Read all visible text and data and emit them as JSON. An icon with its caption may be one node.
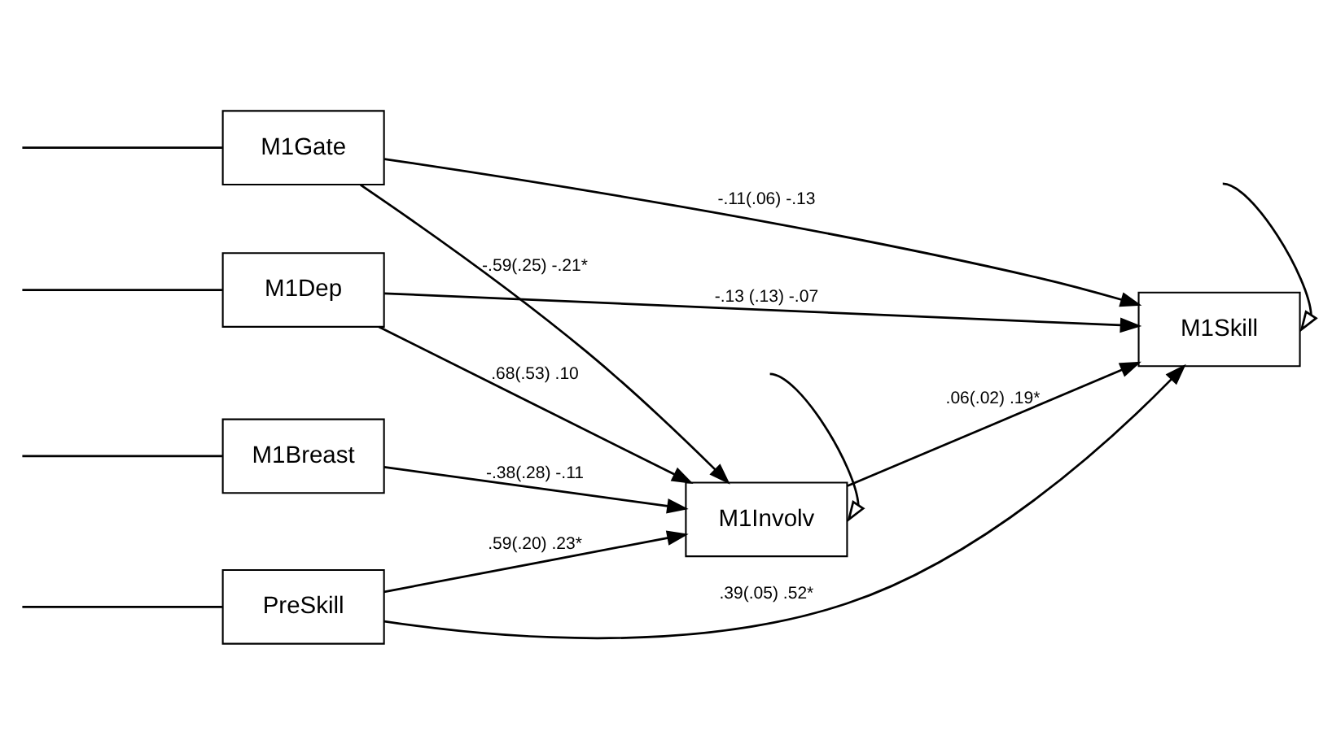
{
  "diagram": {
    "nodes": [
      {
        "text": [
          "PreSkill"
        ]
      },
      {
        "text": [
          "M1Dep"
        ]
      },
      {
        "text": [
          "M1Breast"
        ]
      },
      {
        "text": [
          "M1Gate"
        ]
      },
      {
        "text": [
          "M1Involv"
        ]
      },
      {
        "text": [
          "M1Skill"
        ]
      }
    ],
    "edges": [
      {
        "from": null,
        "to": 0,
        "arrow": "none"
      },
      {
        "from": null,
        "to": 1,
        "arrow": "none"
      },
      {
        "from": null,
        "to": 2,
        "arrow": "none"
      },
      {
        "from": null,
        "to": 3,
        "arrow": "none"
      },
      {
        "from": 0,
        "to": 4,
        "arrow": "to",
        "label": ".59(.20) .23*"
      },
      {
        "from": 0,
        "to": 5,
        "arrow": "to",
        "label": ".39(.05) .52*"
      },
      {
        "from": 1,
        "to": 4,
        "arrow": "to",
        "label": ".68(.53) .10"
      },
      {
        "from": 1,
        "to": 5,
        "arrow": "to",
        "label": "-.13 (.13) -.07"
      },
      {
        "from": 2,
        "to": 4,
        "arrow": "to",
        "label": "-.38(.28) -.11"
      },
      {
        "from": 3,
        "to": 4,
        "arrow": "to",
        "label": "-.59(.25) -.21*"
      },
      {
        "from": 3,
        "to": 5,
        "arrow": "to",
        "label": "-.11(.06) -.13"
      },
      {
        "from": 4,
        "to": 5,
        "arrow": "to",
        "label": ".06(.02) .19*"
      },
      {
        "from": null,
        "to": 4,
        "arrow": "to"
      },
      {
        "from": null,
        "to": 5,
        "arrow": "to"
      }
    ]
  }
}
